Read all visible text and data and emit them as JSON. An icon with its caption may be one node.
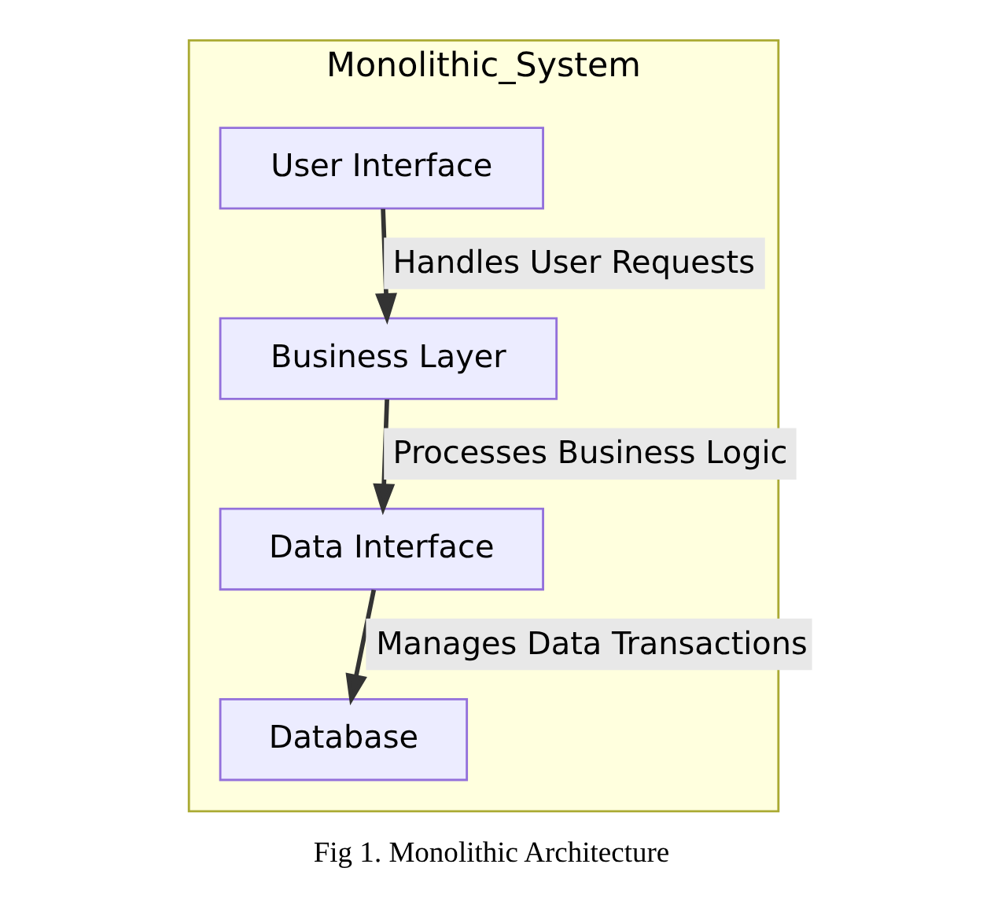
{
  "diagram": {
    "caption": "Fig 1. Monolithic Architecture",
    "nodes": [
      {
        "text": [
          "Monolithic_System"
        ]
      },
      {
        "text": [
          "User Interface"
        ],
        "in": 0
      },
      {
        "text": [
          "Business Layer"
        ],
        "in": 0
      },
      {
        "text": [
          "Data Interface"
        ],
        "in": 0
      },
      {
        "text": [
          "Database"
        ],
        "in": 0
      }
    ],
    "edges": [
      {
        "from": 1,
        "to": 2,
        "arrow": "to",
        "label": "Handles User Requests"
      },
      {
        "from": 2,
        "to": 3,
        "arrow": "to",
        "label": "Processes Business Logic"
      },
      {
        "from": 3,
        "to": 4,
        "arrow": "to",
        "label": "Manages Data Transactions"
      }
    ]
  }
}
